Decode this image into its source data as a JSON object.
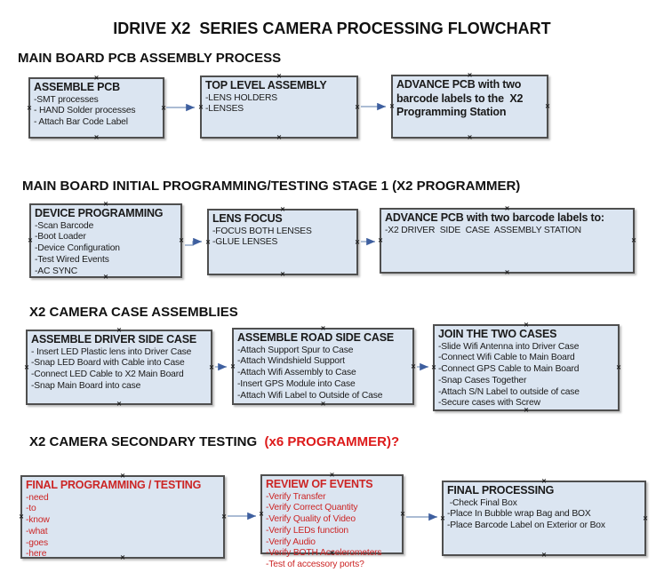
{
  "title": "IDRIVE X2  SERIES CAMERA PROCESSING FLOWCHART",
  "icons": {
    "connection_point": "×"
  },
  "colors": {
    "box_fill": "#dbe5f1",
    "box_border": "#4f4f4f",
    "text_black": "#1a1a1a",
    "text_red": "#cc2525",
    "heading_red": "#dd1a1a",
    "arrow_line": "#8fa5c5",
    "arrow_head": "#3e5f9f"
  },
  "sections": [
    {
      "heading": "MAIN BOARD PCB ASSEMBLY PROCESS",
      "boxes": [
        {
          "title": "ASSEMBLE PCB",
          "items": [
            "-SMT processes",
            "- HAND Solder processes",
            "- Attach Bar Code Label"
          ]
        },
        {
          "title": "TOP LEVEL ASSEMBLY",
          "items": [
            "-LENS HOLDERS",
            "-LENSES"
          ]
        },
        {
          "title": "ADVANCE PCB with two barcode labels to the  X2 Programming Station",
          "items": []
        }
      ]
    },
    {
      "heading": "MAIN BOARD INITIAL PROGRAMMING/TESTING STAGE 1 (X2 PROGRAMMER)",
      "boxes": [
        {
          "title": "DEVICE PROGRAMMING",
          "items": [
            "-Scan Barcode",
            "-Boot Loader",
            "-Device Configuration",
            "-Test Wired Events",
            "-AC SYNC"
          ]
        },
        {
          "title": "LENS FOCUS",
          "items": [
            "-FOCUS BOTH LENSES",
            "-GLUE LENSES"
          ]
        },
        {
          "title": "ADVANCE PCB with two barcode labels to:",
          "items": [
            "-X2 DRIVER  SIDE  CASE  ASSEMBLY STATION"
          ]
        }
      ]
    },
    {
      "heading": "X2 CAMERA CASE ASSEMBLIES",
      "boxes": [
        {
          "title": "ASSEMBLE DRIVER SIDE CASE",
          "items": [
            "- Insert LED Plastic lens into Driver Case",
            "-Snap LED Board with Cable into Case",
            "-Connect LED Cable to X2 Main Board",
            "-Snap Main Board into case"
          ]
        },
        {
          "title": "ASSEMBLE ROAD SIDE CASE",
          "items": [
            "-Attach Support Spur to Case",
            "-Attach Windshield Support",
            "-Attach Wifi Assembly to Case",
            "-Insert GPS Module into Case",
            "-Attach Wifi Label to Outside of Case"
          ]
        },
        {
          "title": "JOIN THE TWO CASES",
          "items": [
            "-Slide Wifi Antenna into Driver Case",
            "-Connect Wifi Cable to Main Board",
            "-Connect GPS Cable to Main Board",
            "-Snap Cases Together",
            "-Attach S/N Label to outside of case",
            "-Secure cases with Screw"
          ]
        }
      ]
    },
    {
      "heading": "X2 CAMERA SECONDARY TESTING ",
      "heading_suffix": " (x6 PROGRAMMER)?",
      "boxes": [
        {
          "title": "FINAL PROGRAMMING / TESTING",
          "items": [
            "-need",
            "-to",
            "-know",
            "-what",
            "-goes",
            "-here"
          ]
        },
        {
          "title": "REVIEW OF EVENTS",
          "items": [
            "-Verify Transfer",
            "-Verify Correct Quantity",
            "-Verify Quality of Video",
            "-Verify LEDs function",
            "-Verify Audio",
            "-Verify BOTH Accelerometers",
            "-Test of accessory ports?"
          ]
        },
        {
          "title": "FINAL PROCESSING",
          "items": [
            " -Check Final Box",
            "-Place In Bubble wrap Bag and BOX",
            "-Place Barcode Label on Exterior or Box"
          ]
        }
      ]
    }
  ],
  "connections": [
    {
      "from": "assemble-pcb",
      "to": "top-level-assembly"
    },
    {
      "from": "top-level-assembly",
      "to": "advance-pcb-to-programming-station"
    },
    {
      "from": "device-programming",
      "to": "lens-focus"
    },
    {
      "from": "lens-focus",
      "to": "advance-pcb-to-driver-side-station"
    },
    {
      "from": "assemble-driver-side-case",
      "to": "assemble-road-side-case"
    },
    {
      "from": "assemble-road-side-case",
      "to": "join-the-two-cases"
    },
    {
      "from": "final-programming-testing",
      "to": "review-of-events"
    },
    {
      "from": "review-of-events",
      "to": "final-processing"
    }
  ]
}
